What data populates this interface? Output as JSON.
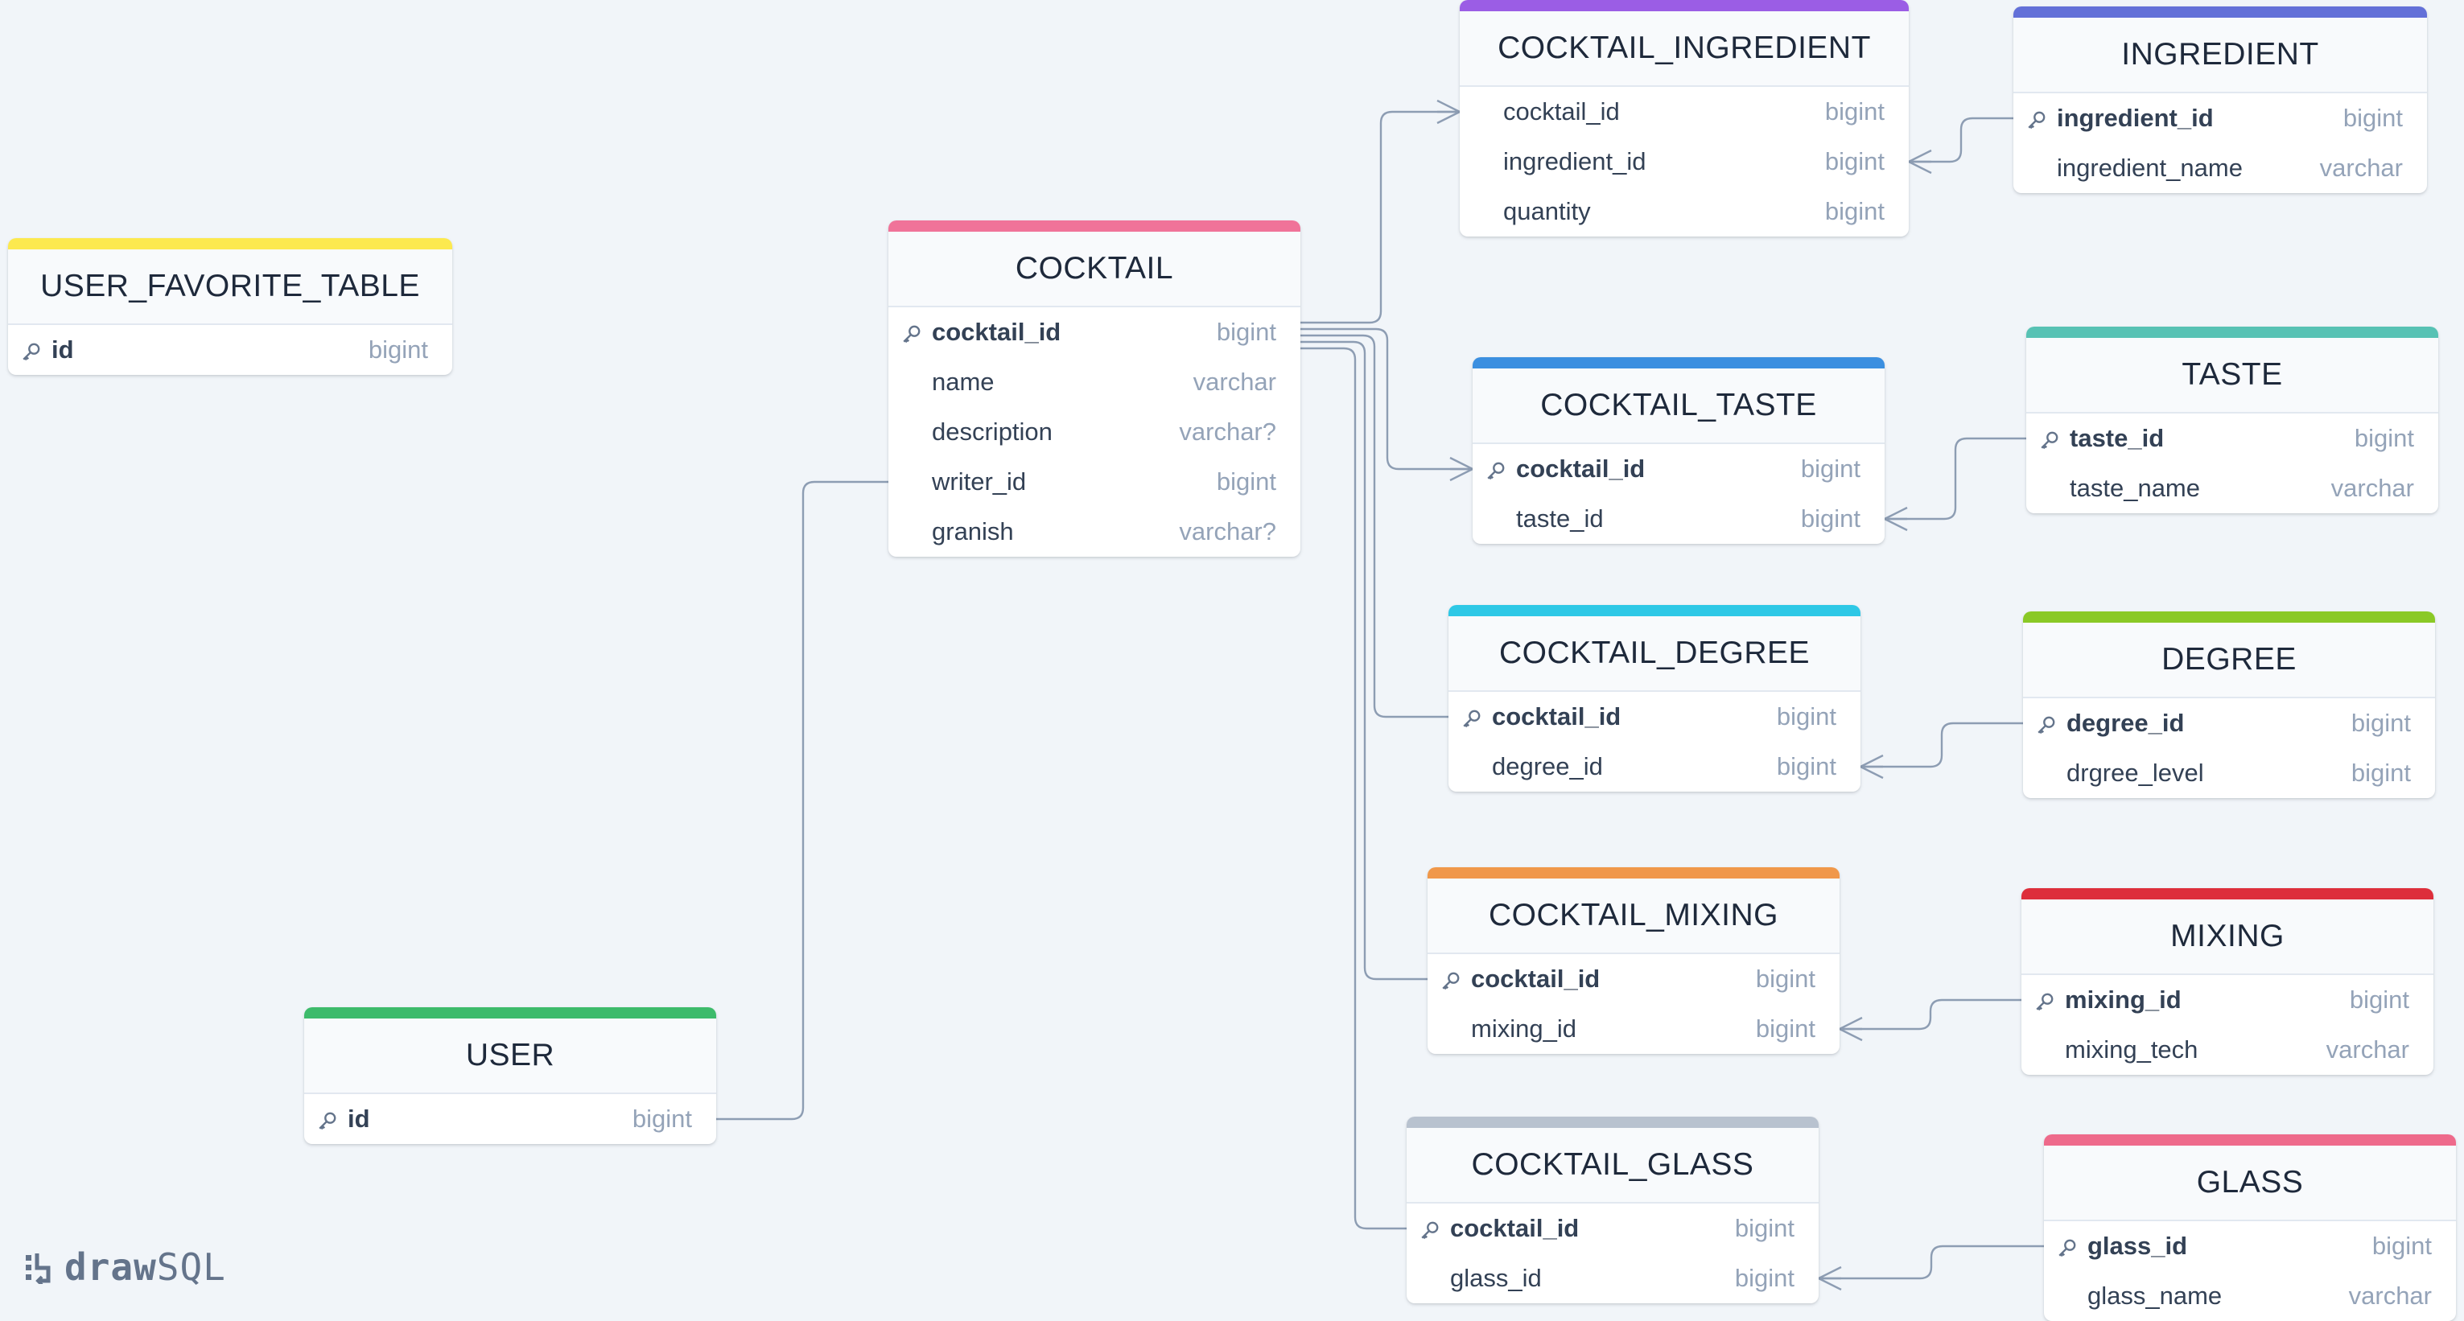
{
  "app": {
    "logo_bold": "draw",
    "logo_light": "SQL"
  },
  "colors": {
    "background": "#f1f5f9",
    "link": "#8d9db3",
    "user_favorite_table": "#fce94f",
    "cocktail": "#f07399",
    "user": "#3dbb6b",
    "cocktail_ingredient": "#9b5de5",
    "ingredient": "#6370d8",
    "cocktail_taste": "#3b8fe0",
    "taste": "#57c2b4",
    "cocktail_degree": "#2ec8e6",
    "degree": "#8ac926",
    "cocktail_mixing": "#f0984a",
    "mixing": "#dd2e3b",
    "cocktail_glass": "#b8c2cf",
    "glass": "#ee6a8b"
  },
  "tables": {
    "user_favorite_table": {
      "name": "USER_FAVORITE_TABLE",
      "columns": [
        {
          "name": "id",
          "type": "bigint",
          "pk": true
        }
      ]
    },
    "cocktail": {
      "name": "COCKTAIL",
      "columns": [
        {
          "name": "cocktail_id",
          "type": "bigint",
          "pk": true
        },
        {
          "name": "name",
          "type": "varchar",
          "pk": false
        },
        {
          "name": "description",
          "type": "varchar?",
          "pk": false
        },
        {
          "name": "writer_id",
          "type": "bigint",
          "pk": false
        },
        {
          "name": "granish",
          "type": "varchar?",
          "pk": false
        }
      ]
    },
    "user": {
      "name": "USER",
      "columns": [
        {
          "name": "id",
          "type": "bigint",
          "pk": true
        }
      ]
    },
    "cocktail_ingredient": {
      "name": "COCKTAIL_INGREDIENT",
      "columns": [
        {
          "name": "cocktail_id",
          "type": "bigint",
          "pk": false
        },
        {
          "name": "ingredient_id",
          "type": "bigint",
          "pk": false
        },
        {
          "name": "quantity",
          "type": "bigint",
          "pk": false
        }
      ]
    },
    "ingredient": {
      "name": "INGREDIENT",
      "columns": [
        {
          "name": "ingredient_id",
          "type": "bigint",
          "pk": true
        },
        {
          "name": "ingredient_name",
          "type": "varchar",
          "pk": false
        }
      ]
    },
    "cocktail_taste": {
      "name": "COCKTAIL_TASTE",
      "columns": [
        {
          "name": "cocktail_id",
          "type": "bigint",
          "pk": true
        },
        {
          "name": "taste_id",
          "type": "bigint",
          "pk": false
        }
      ]
    },
    "taste": {
      "name": "TASTE",
      "columns": [
        {
          "name": "taste_id",
          "type": "bigint",
          "pk": true
        },
        {
          "name": "taste_name",
          "type": "varchar",
          "pk": false
        }
      ]
    },
    "cocktail_degree": {
      "name": "COCKTAIL_DEGREE",
      "columns": [
        {
          "name": "cocktail_id",
          "type": "bigint",
          "pk": true
        },
        {
          "name": "degree_id",
          "type": "bigint",
          "pk": false
        }
      ]
    },
    "degree": {
      "name": "DEGREE",
      "columns": [
        {
          "name": "degree_id",
          "type": "bigint",
          "pk": true
        },
        {
          "name": "drgree_level",
          "type": "bigint",
          "pk": false
        }
      ]
    },
    "cocktail_mixing": {
      "name": "COCKTAIL_MIXING",
      "columns": [
        {
          "name": "cocktail_id",
          "type": "bigint",
          "pk": true
        },
        {
          "name": "mixing_id",
          "type": "bigint",
          "pk": false
        }
      ]
    },
    "mixing": {
      "name": "MIXING",
      "columns": [
        {
          "name": "mixing_id",
          "type": "bigint",
          "pk": true
        },
        {
          "name": "mixing_tech",
          "type": "varchar",
          "pk": false
        }
      ]
    },
    "cocktail_glass": {
      "name": "COCKTAIL_GLASS",
      "columns": [
        {
          "name": "cocktail_id",
          "type": "bigint",
          "pk": true
        },
        {
          "name": "glass_id",
          "type": "bigint",
          "pk": false
        }
      ]
    },
    "glass": {
      "name": "GLASS",
      "columns": [
        {
          "name": "glass_id",
          "type": "bigint",
          "pk": true
        },
        {
          "name": "glass_name",
          "type": "varchar",
          "pk": false
        }
      ]
    }
  },
  "relations": [
    {
      "from": "user.id",
      "to": "cocktail.writer_id",
      "many": false
    },
    {
      "from": "cocktail.cocktail_id",
      "to": "cocktail_ingredient.cocktail_id",
      "many": true
    },
    {
      "from": "cocktail.cocktail_id",
      "to": "cocktail_taste.cocktail_id",
      "many": true
    },
    {
      "from": "cocktail.cocktail_id",
      "to": "cocktail_degree.cocktail_id",
      "many": false
    },
    {
      "from": "cocktail.cocktail_id",
      "to": "cocktail_mixing.cocktail_id",
      "many": false
    },
    {
      "from": "cocktail.cocktail_id",
      "to": "cocktail_glass.cocktail_id",
      "many": false
    },
    {
      "from": "ingredient.ingredient_id",
      "to": "cocktail_ingredient.ingredient_id",
      "many": true
    },
    {
      "from": "taste.taste_id",
      "to": "cocktail_taste.taste_id",
      "many": true
    },
    {
      "from": "degree.degree_id",
      "to": "cocktail_degree.degree_id",
      "many": true
    },
    {
      "from": "mixing.mixing_id",
      "to": "cocktail_mixing.mixing_id",
      "many": true
    },
    {
      "from": "glass.glass_id",
      "to": "cocktail_glass.glass_id",
      "many": true
    }
  ]
}
